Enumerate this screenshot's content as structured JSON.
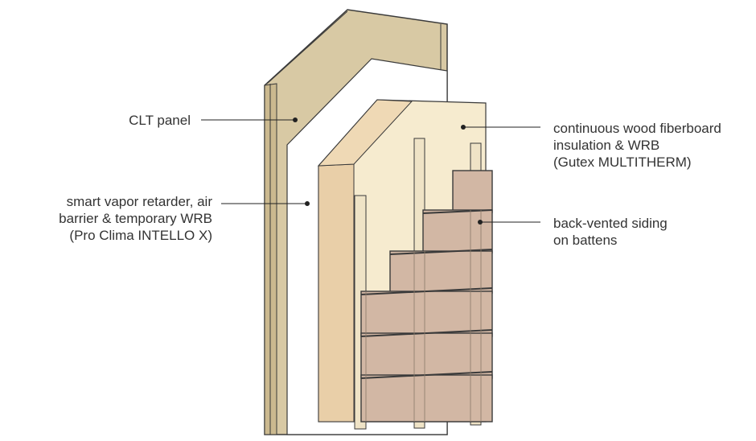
{
  "labels": {
    "clt_panel": [
      "CLT panel"
    ],
    "vapor_retarder": [
      "smart vapor retarder, air",
      "barrier & temporary WRB",
      "(Pro Clima INTELLO X)"
    ],
    "fiberboard": [
      "continuous wood fiberboard",
      "insulation & WRB",
      "(Gutex MULTITHERM)"
    ],
    "siding": [
      "back-vented siding",
      "on  battens"
    ]
  },
  "colors": {
    "clt": "#d8c9a4",
    "clt_dark": "#c9b88f",
    "membrane": "#ffffff",
    "fiberboard_face": "#f6ebcf",
    "fiberboard_edge": "#e9cfa8",
    "siding": "#d2b7a4",
    "outline": "#3a3a3a",
    "leader": "#222222"
  }
}
